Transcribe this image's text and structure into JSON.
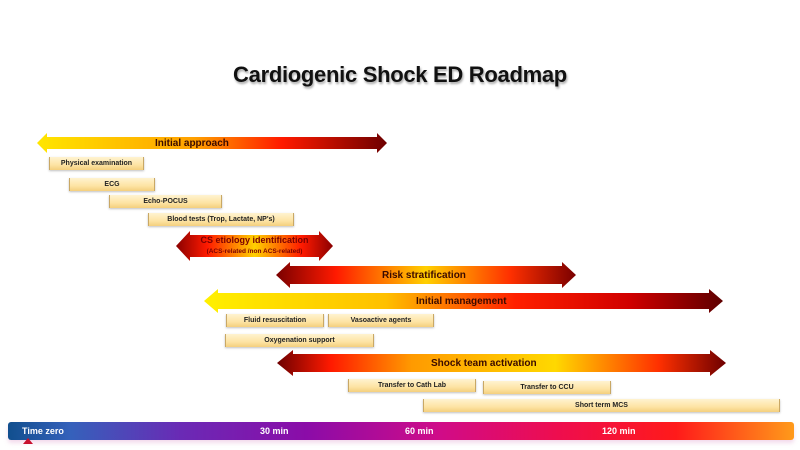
{
  "title": "Cardiogenic Shock ED Roadmap",
  "arrows": {
    "initial_approach": {
      "label": "Initial approach"
    },
    "cs_etiology": {
      "label": "CS etiology identification",
      "sublabel": "(ACS-related /non ACS-related)"
    },
    "risk_stratification": {
      "label": "Risk stratification"
    },
    "initial_management": {
      "label": "Initial management"
    },
    "shock_team": {
      "label": "Shock team activation"
    }
  },
  "boxes": {
    "physical_exam": "Physical examination",
    "ecg": "ECG",
    "echo": "Echo-POCUS",
    "blood_tests": "Blood tests (Trop, Lactate, NP's)",
    "fluid": "Fluid resuscitation",
    "vasoactive": "Vasoactive agents",
    "oxygenation": "Oxygenation support",
    "cath_lab": "Transfer to Cath Lab",
    "ccu": "Transfer to CCU",
    "mcs": "Short term MCS"
  },
  "timeline": {
    "ticks": [
      "Time zero",
      "30 min",
      "60 min",
      "120 min"
    ]
  },
  "colors": {
    "yellow": "#ffe600",
    "orange": "#ff9900",
    "red": "#ff1a00",
    "dark_red": "#7a0000"
  }
}
